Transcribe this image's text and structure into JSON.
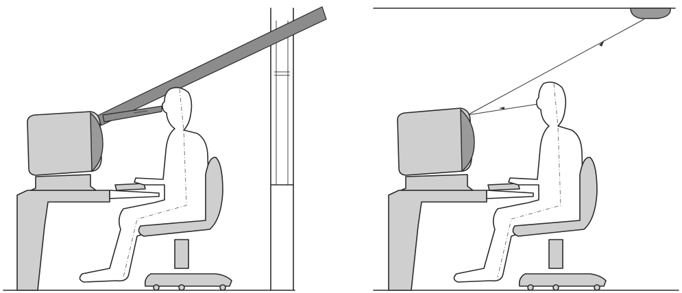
{
  "figure": {
    "panels": [
      {
        "id": "window-glare",
        "light_source": "window"
      },
      {
        "id": "ceiling-glare",
        "light_source": "ceiling-lamp"
      }
    ],
    "colors": {
      "ink": "#2a2a2a",
      "surface_fill": "#cfcfcf",
      "glare_beam": "#8c8c8c",
      "background": "#ffffff"
    }
  }
}
